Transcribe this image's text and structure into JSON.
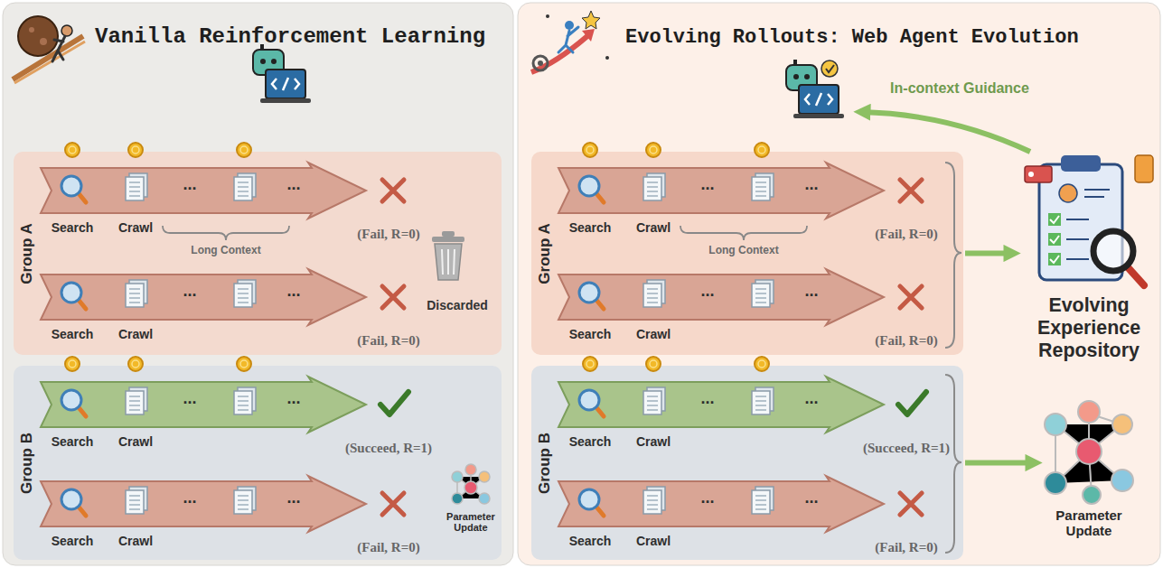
{
  "diagram": {
    "nodes": [
      {
        "text": [
          "Vanilla Reinforcement Learning"
        ]
      },
      {
        "text": [
          "Group A"
        ],
        "in": 0
      },
      {
        "text": [
          "Search",
          "Crawl",
          "...",
          "..."
        ],
        "in": 1
      },
      {
        "text": [
          "Search",
          "Crawl",
          "...",
          "..."
        ],
        "in": 1
      },
      {
        "text": [
          "Group B"
        ],
        "in": 0
      },
      {
        "text": [
          "Search",
          "Crawl",
          "...",
          "..."
        ],
        "in": 4
      },
      {
        "text": [
          "Search",
          "Crawl",
          "...",
          "..."
        ],
        "in": 4
      },
      {
        "text": [
          "Parameter Update"
        ],
        "in": 4
      },
      {
        "text": [
          "Evolving Rollouts: Web Agent Evolution"
        ]
      },
      {
        "text": [
          "Group A"
        ],
        "in": 8
      },
      {
        "text": [
          "Search",
          "Crawl",
          "...",
          "..."
        ],
        "in": 9
      },
      {
        "text": [
          "Search",
          "Crawl",
          "...",
          "..."
        ],
        "in": 9
      },
      {
        "text": [
          "Group B"
        ],
        "in": 8
      },
      {
        "text": [
          "Search",
          "Crawl",
          "...",
          "..."
        ],
        "in": 12
      },
      {
        "text": [
          "Search",
          "Crawl",
          "...",
          "..."
        ],
        "in": 12
      },
      {
        "text": [
          "Evolving Experience Repository"
        ],
        "in": 8
      },
      {
        "text": [
          "Parameter Update"
        ],
        "in": 8
      }
    ],
    "edges": [
      {
        "from": 9,
        "to": 15,
        "arrow": "to"
      },
      {
        "from": 12,
        "to": 16,
        "arrow": "to"
      }
    ],
    "labels": [
      "Long Context",
      "(Fail, R=0)",
      "(Fail, R=0)",
      "Discarded",
      "(Succeed, R=1)",
      "(Fail, R=0)",
      "In-context Guidance",
      "Long Context",
      "(Fail, R=0)",
      "(Fail, R=0)",
      "(Succeed, R=1)",
      "(Fail, R=0)"
    ]
  }
}
